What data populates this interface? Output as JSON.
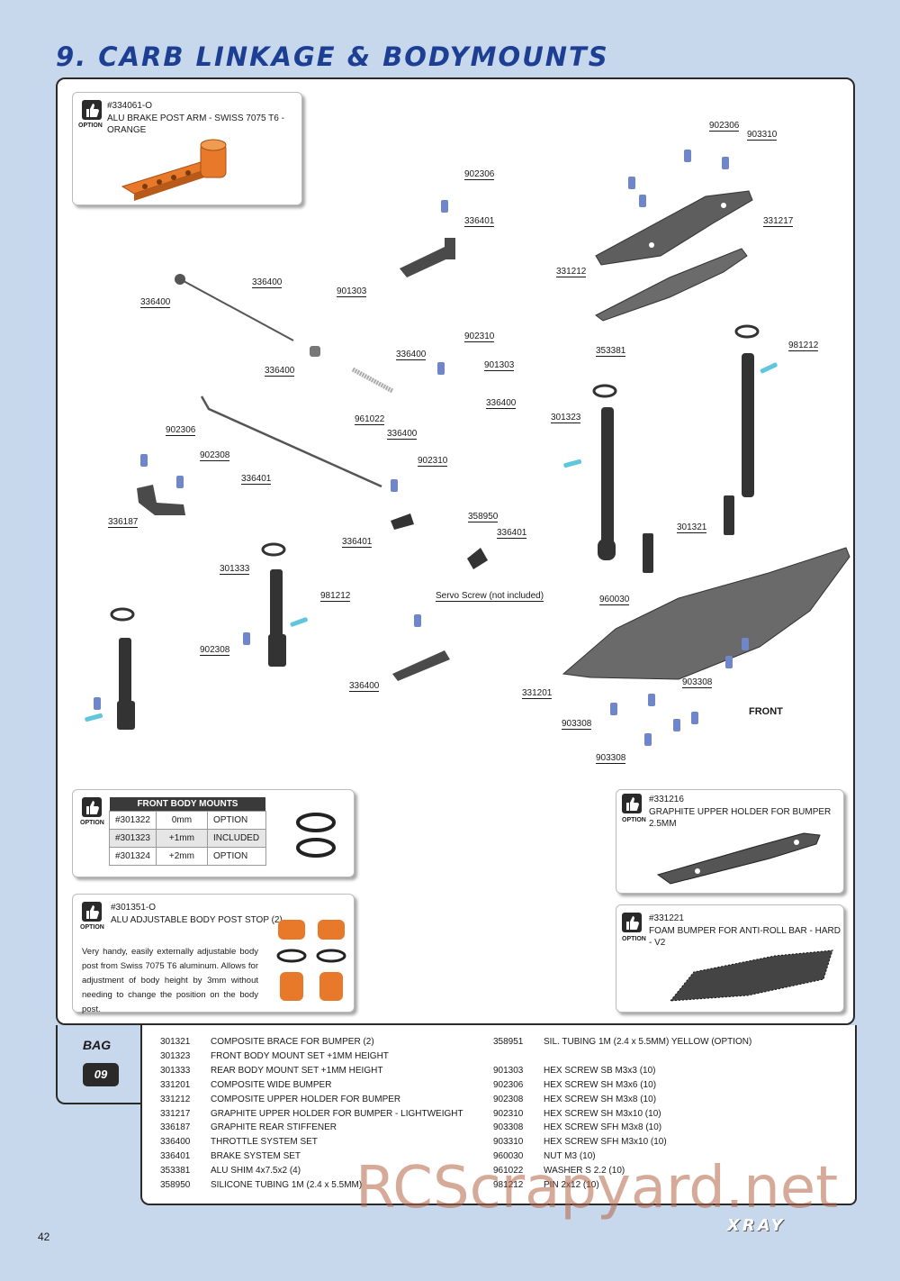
{
  "title": "9. CARB LINKAGE & BODYMOUNTS",
  "option_label": "OPTION",
  "option_top": {
    "code": "#334061-O",
    "name": "ALU BRAKE POST ARM - SWISS 7075 T6 - ORANGE"
  },
  "front_body_mounts": {
    "header": "FRONT BODY MOUNTS",
    "rows": [
      [
        "#301322",
        "0mm",
        "OPTION"
      ],
      [
        "#301323",
        "+1mm",
        "INCLUDED"
      ],
      [
        "#301324",
        "+2mm",
        "OPTION"
      ]
    ]
  },
  "option_post_stop": {
    "code": "#301351-O",
    "name": "ALU ADJUSTABLE BODY POST STOP (2)",
    "desc": "Very handy, easily externally adjustable body post from Swiss 7075 T6 aluminum. Allows for adjustment of body height by 3mm without needing to change the position on the body post."
  },
  "option_graphite_holder": {
    "code": "#331216",
    "name": "GRAPHITE UPPER HOLDER FOR BUMPER 2.5MM"
  },
  "option_foam_bumper": {
    "code": "#331221",
    "name": "FOAM BUMPER FOR ANTI-ROLL BAR - HARD - V2"
  },
  "diagram_labels": [
    "902306",
    "903310",
    "902306",
    "336401",
    "331217",
    "331212",
    "336400",
    "336400",
    "901303",
    "336400",
    "902310",
    "336400",
    "901303",
    "961022",
    "336400",
    "336400",
    "353381",
    "981212",
    "301323",
    "902306",
    "902308",
    "336401",
    "902310",
    "336187",
    "358950",
    "336401",
    "336401",
    "301321",
    "301333",
    "981212",
    "902308",
    "Servo Screw (not included)",
    "960030",
    "336400",
    "903308",
    "331201",
    "903308",
    "903308"
  ],
  "front_label": "FRONT",
  "bag": {
    "label": "BAG",
    "number": "09"
  },
  "parts_left": [
    [
      "301321",
      "COMPOSITE BRACE FOR BUMPER (2)"
    ],
    [
      "301323",
      "FRONT BODY MOUNT SET +1MM HEIGHT"
    ],
    [
      "301333",
      "REAR BODY MOUNT SET +1MM HEIGHT"
    ],
    [
      "331201",
      "COMPOSITE WIDE BUMPER"
    ],
    [
      "331212",
      "COMPOSITE UPPER HOLDER FOR BUMPER"
    ],
    [
      "331217",
      "GRAPHITE UPPER HOLDER FOR BUMPER - LIGHTWEIGHT"
    ],
    [
      "336187",
      "GRAPHITE REAR STIFFENER"
    ],
    [
      "336400",
      "THROTTLE SYSTEM SET"
    ],
    [
      "336401",
      "BRAKE SYSTEM SET"
    ],
    [
      "353381",
      "ALU SHIM 4x7.5x2 (4)"
    ],
    [
      "358950",
      "SILICONE TUBING 1M (2.4 x 5.5MM)"
    ]
  ],
  "parts_right": [
    [
      "358951",
      "SIL. TUBING 1M (2.4 x 5.5MM) YELLOW (OPTION)"
    ],
    [
      "",
      ""
    ],
    [
      "901303",
      "HEX SCREW SB M3x3  (10)"
    ],
    [
      "902306",
      "HEX SCREW SH M3x6  (10)"
    ],
    [
      "902308",
      "HEX SCREW SH M3x8  (10)"
    ],
    [
      "902310",
      "HEX SCREW SH M3x10  (10)"
    ],
    [
      "903308",
      "HEX SCREW SFH M3x8  (10)"
    ],
    [
      "903310",
      "HEX SCREW SFH M3x10  (10)"
    ],
    [
      "960030",
      "NUT M3  (10)"
    ],
    [
      "961022",
      "WASHER S 2.2  (10)"
    ],
    [
      "981212",
      "PIN 2x12  (10)"
    ]
  ],
  "watermark": "RCScrapyard.net",
  "page_number": "42",
  "brand": "XRAY",
  "colors": {
    "page_bg": "#c7d7ec",
    "title": "#1c3f93",
    "orange_part": "#e8782a",
    "part_grey": "#5b5b5b",
    "screw_blue": "#6f86c8",
    "pin_cyan": "#5fc6dc"
  }
}
